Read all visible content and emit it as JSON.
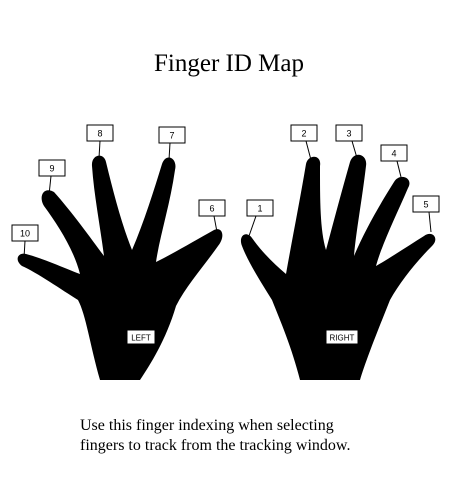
{
  "title": "Finger ID Map",
  "hands": {
    "left": {
      "label": "LEFT",
      "fingers": [
        {
          "id": "10",
          "digit": "thumb"
        },
        {
          "id": "9",
          "digit": "index"
        },
        {
          "id": "8",
          "digit": "middle"
        },
        {
          "id": "7",
          "digit": "ring"
        },
        {
          "id": "6",
          "digit": "little"
        }
      ]
    },
    "right": {
      "label": "RIGHT",
      "fingers": [
        {
          "id": "1",
          "digit": "little"
        },
        {
          "id": "2",
          "digit": "ring"
        },
        {
          "id": "3",
          "digit": "middle"
        },
        {
          "id": "4",
          "digit": "index"
        },
        {
          "id": "5",
          "digit": "thumb"
        }
      ]
    }
  },
  "instructions": {
    "line1": "Use this finger indexing when selecting",
    "line2": "fingers to track from the tracking window."
  },
  "colors": {
    "hand": "#000000",
    "background": "#ffffff"
  }
}
